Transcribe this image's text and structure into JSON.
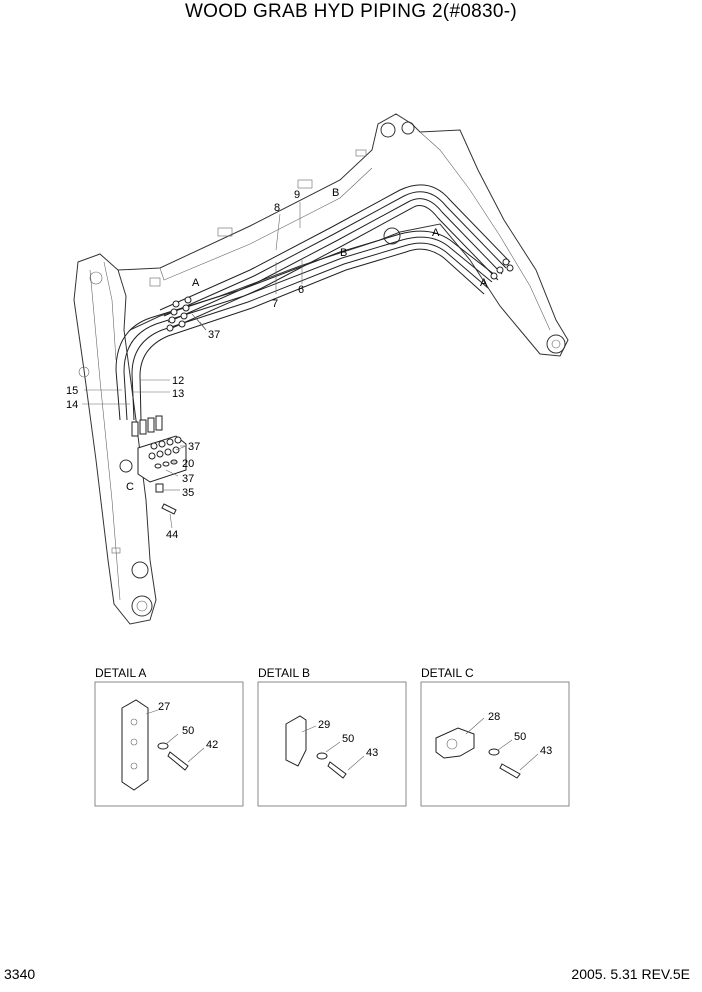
{
  "title": "WOOD GRAB HYD PIPING 2(#0830-)",
  "page_number": "3340",
  "revision": "2005. 5.31  REV.5E",
  "callouts": {
    "c8": "8",
    "c9": "9",
    "cB1": "B",
    "cB2": "B",
    "cA1": "A",
    "cA2": "A",
    "cA3": "A",
    "c7": "7",
    "c6": "6",
    "c37a": "37",
    "c12": "12",
    "c13": "13",
    "c15": "15",
    "c14": "14",
    "c37b": "37",
    "c20": "20",
    "c37c": "37",
    "cC": "C",
    "c35": "35",
    "c44": "44"
  },
  "details": [
    {
      "title": "DETAIL A",
      "parts": [
        "27",
        "50",
        "42"
      ]
    },
    {
      "title": "DETAIL B",
      "parts": [
        "29",
        "50",
        "43"
      ]
    },
    {
      "title": "DETAIL C",
      "parts": [
        "28",
        "50",
        "43"
      ]
    }
  ]
}
